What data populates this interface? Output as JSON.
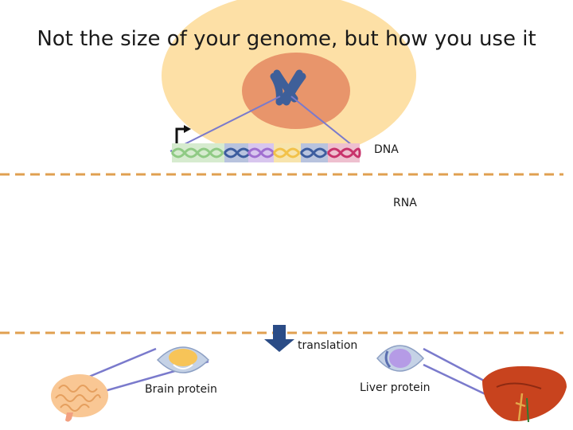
{
  "title": "Not the size of your genome, but how you use it",
  "labels": {
    "dna": "DNA",
    "rna": "RNA",
    "translation": "translation",
    "brain_protein": "Brain protein",
    "liver_protein": "Liver protein"
  },
  "colors": {
    "cell": "#fde0a6",
    "nucleus": "#e8956b",
    "chromosome": "#3e5f99",
    "dashed_line": "#e0a050",
    "arrow": "#2b4c86",
    "connector": "#7a7acc",
    "dna_segments": [
      "#8fca84",
      "#3c5c9e",
      "#a06fd0",
      "#f2c24a",
      "#3c5c9e",
      "#c8336b"
    ],
    "brain": "#f9c794",
    "liver": "#c8431e",
    "brain_protein_fill": "#f7c458",
    "liver_protein_fill": "#b59be6"
  },
  "icons": [
    "chromosome-icon",
    "promoter-arrow-icon",
    "down-arrow-icon",
    "brain-icon",
    "liver-icon",
    "brain-protein-icon",
    "liver-protein-icon"
  ]
}
